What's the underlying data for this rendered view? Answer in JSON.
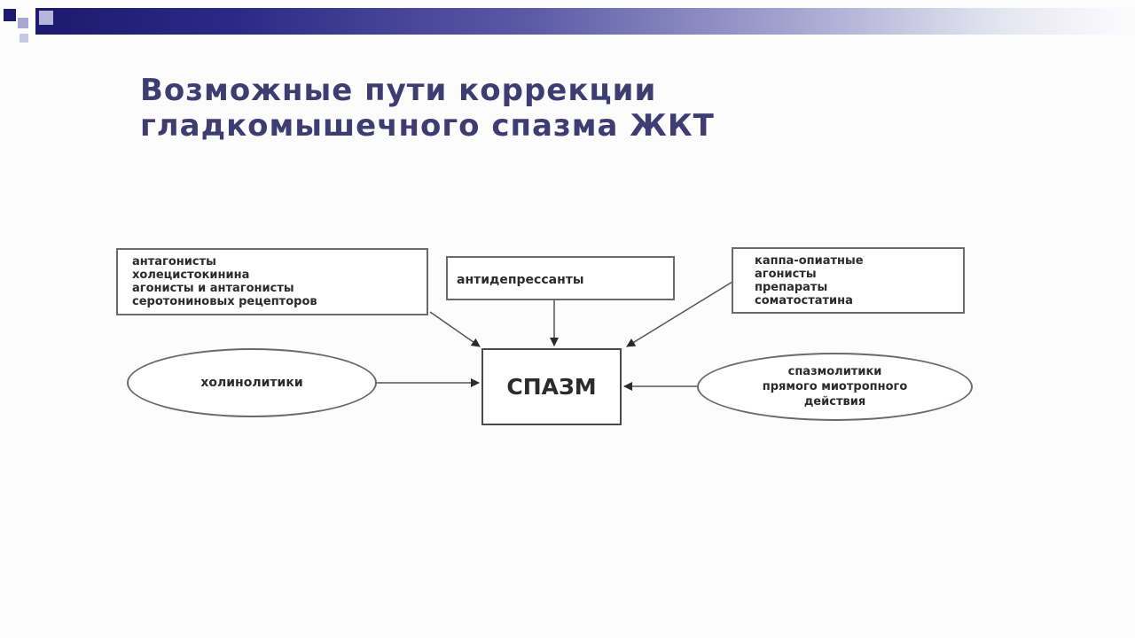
{
  "slide": {
    "title_lines": [
      "Возможные пути коррекции",
      "гладкомышечного спазма ЖКТ"
    ]
  },
  "diagram": {
    "center": "СПАЗМ",
    "top_left_box": [
      "антагонисты",
      "холецистокинина",
      "агонисты и антагонисты",
      "серотониновых рецепторов"
    ],
    "top_center_box": "антидепрессанты",
    "top_right_box": [
      "каппа-опиатные",
      "агонисты",
      "препараты",
      "соматостатина"
    ],
    "left_ellipse": "холинолитики",
    "right_ellipse": [
      "спазмолитики",
      "прямого миотропного",
      "действия"
    ]
  },
  "colors": {
    "title": "#3d3d72",
    "header_bar": "#1c1a6e"
  }
}
